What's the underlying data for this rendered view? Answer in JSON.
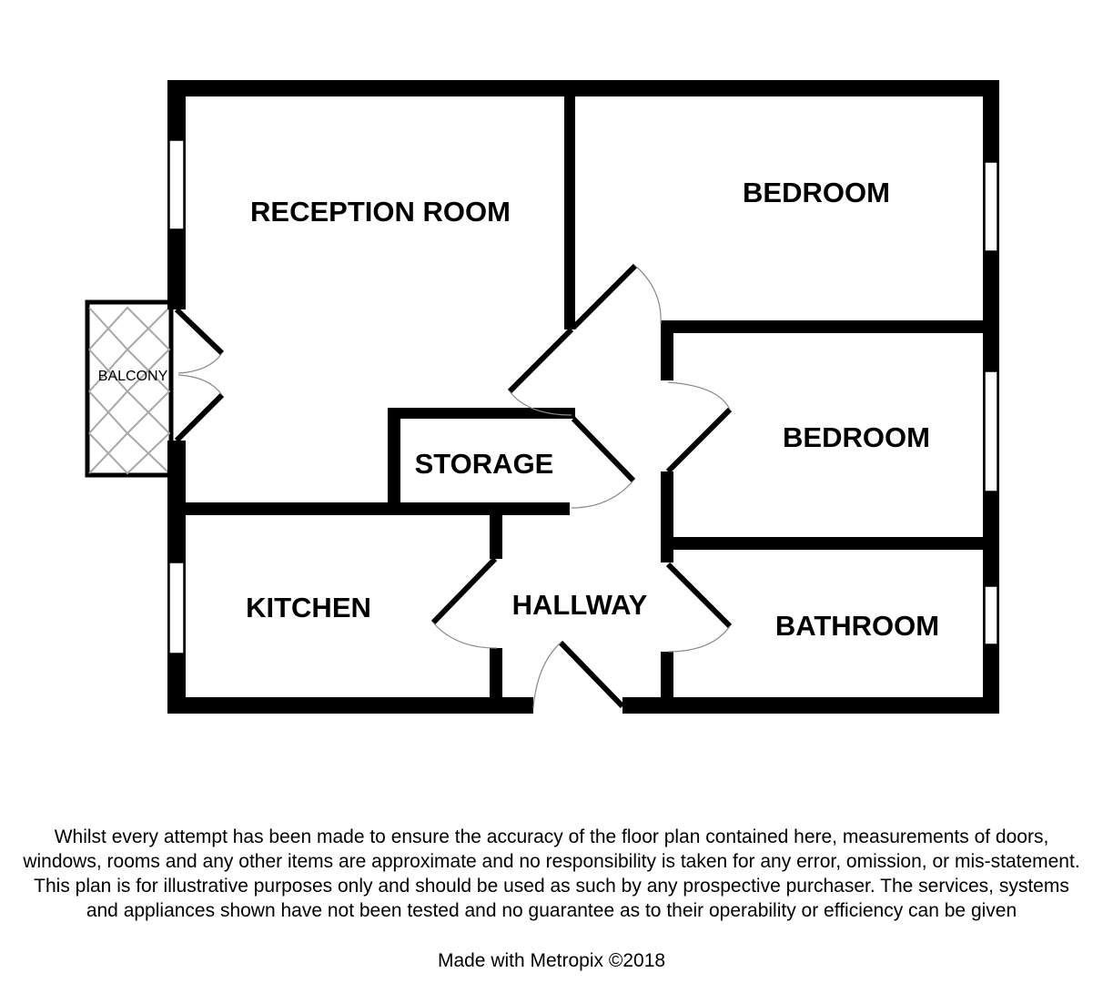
{
  "rooms": {
    "reception": "RECEPTION ROOM",
    "bedroom_1": "BEDROOM",
    "bedroom_2": "BEDROOM",
    "storage": "STORAGE",
    "kitchen": "KITCHEN",
    "hallway": "HALLWAY",
    "bathroom": "BATHROOM",
    "balcony": "BALCONY"
  },
  "footer": {
    "disclaimer": "Whilst every attempt has been made to ensure the accuracy of the floor plan contained here, measurements of doors, windows, rooms and any other items are approximate and no responsibility is taken for any error, omission, or mis-statement. This plan is for illustrative purposes only and should be used as such by any prospective purchaser. The services, systems and appliances shown have not been tested and no guarantee as to their operability or efficiency can be given",
    "credit": "Made with Metropix ©2018"
  },
  "colors": {
    "wall": "#000000",
    "window": "#ffffff",
    "balcony_grid": "#a8a8a8",
    "door_swing": "#8a8a8a"
  }
}
